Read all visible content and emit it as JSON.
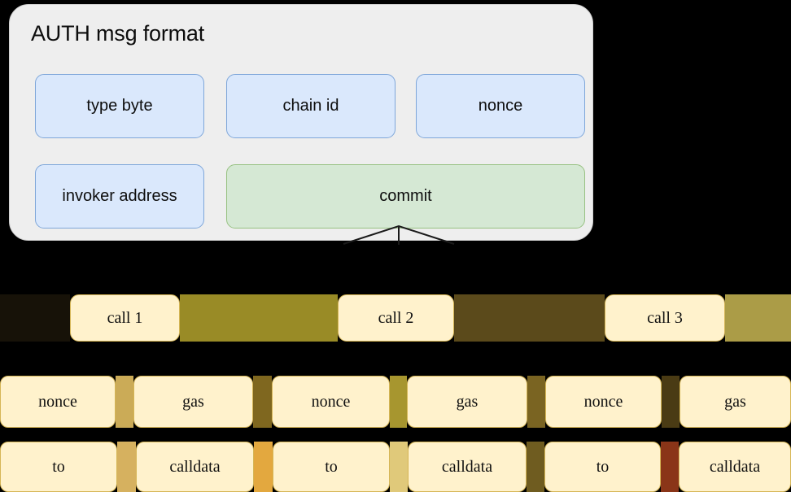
{
  "diagram": {
    "title": "AUTH msg format",
    "background_color": "#000000",
    "card": {
      "fill": "#eeeeee",
      "fields": [
        {
          "label": "type byte",
          "fill": "#dae8fc",
          "stroke": "#6c8ebf"
        },
        {
          "label": "chain id",
          "fill": "#dae8fc",
          "stroke": "#6c8ebf"
        },
        {
          "label": "nonce",
          "fill": "#dae8fc",
          "stroke": "#6c8ebf"
        },
        {
          "label": "invoker address",
          "fill": "#dae8fc",
          "stroke": "#6c8ebf"
        },
        {
          "label": "commit",
          "fill": "#d5e8d4",
          "stroke": "#82b366"
        }
      ]
    },
    "connector": {
      "name": "commit-to-calls-fan",
      "stroke": "#1a1a1a"
    },
    "rows": [
      {
        "name": "calls-row",
        "segments": [
          {
            "type": "filler",
            "width": 86,
            "color": "#171208"
          },
          {
            "type": "box",
            "width": 135,
            "label": "call 1"
          },
          {
            "type": "filler",
            "width": 194,
            "color": "#998b26"
          },
          {
            "type": "box",
            "width": 143,
            "label": "call 2"
          },
          {
            "type": "filler",
            "width": 185,
            "color": "#5b4a1b"
          },
          {
            "type": "box",
            "width": 148,
            "label": "call 3"
          },
          {
            "type": "filler",
            "width": 81,
            "color": "#ab9c47"
          }
        ]
      },
      {
        "name": "nonce-gas-row",
        "segments": [
          {
            "type": "box",
            "width": 142,
            "label": "nonce"
          },
          {
            "type": "filler",
            "width": 22,
            "color": "#cbab57"
          },
          {
            "type": "box",
            "width": 147,
            "label": "gas"
          },
          {
            "type": "filler",
            "width": 23,
            "color": "#7f671f"
          },
          {
            "type": "box",
            "width": 145,
            "label": "nonce"
          },
          {
            "type": "filler",
            "width": 21,
            "color": "#a7962f"
          },
          {
            "type": "box",
            "width": 148,
            "label": "gas"
          },
          {
            "type": "filler",
            "width": 22,
            "color": "#7a6422"
          },
          {
            "type": "box",
            "width": 143,
            "label": "nonce"
          },
          {
            "type": "filler",
            "width": 22,
            "color": "#4a3b14"
          },
          {
            "type": "box",
            "width": 137,
            "label": "gas"
          }
        ]
      },
      {
        "name": "to-calldata-row",
        "segments": [
          {
            "type": "box",
            "width": 144,
            "label": "to"
          },
          {
            "type": "filler",
            "width": 23,
            "color": "#d6b15f"
          },
          {
            "type": "box",
            "width": 145,
            "label": "calldata"
          },
          {
            "type": "filler",
            "width": 23,
            "color": "#e3a83f"
          },
          {
            "type": "box",
            "width": 144,
            "label": "to"
          },
          {
            "type": "filler",
            "width": 22,
            "color": "#e0c97a"
          },
          {
            "type": "box",
            "width": 146,
            "label": "calldata"
          },
          {
            "type": "filler",
            "width": 22,
            "color": "#6f5c20"
          },
          {
            "type": "box",
            "width": 143,
            "label": "to"
          },
          {
            "type": "filler",
            "width": 22,
            "color": "#8a3518"
          },
          {
            "type": "box",
            "width": 138,
            "label": "calldata"
          }
        ]
      }
    ],
    "box_style": {
      "fill": "#fff2cc",
      "stroke": "#d6b656"
    }
  }
}
